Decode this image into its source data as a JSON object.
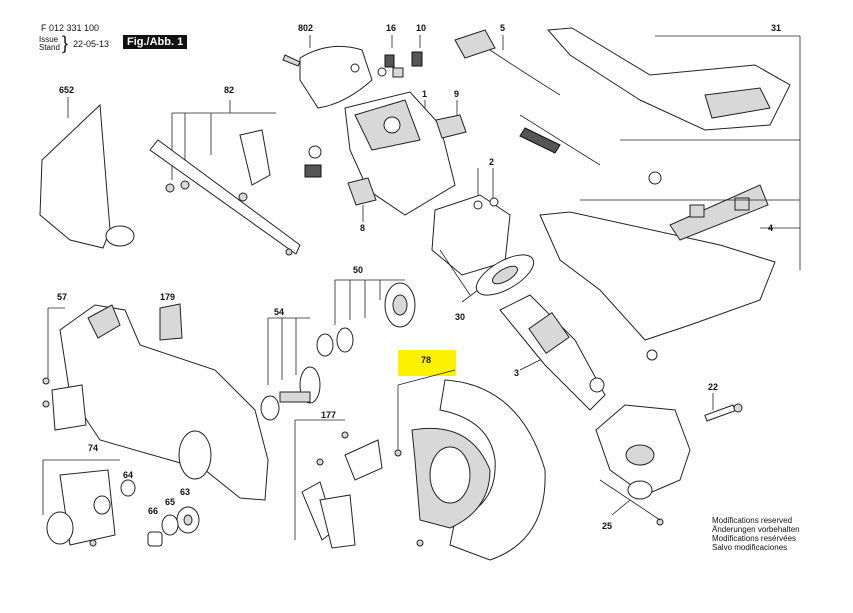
{
  "header": {
    "code": "F 012 331 100",
    "issue_label": "Issue",
    "stand_label": "Stand",
    "date": "22-05-13",
    "figure": "Fig./Abb. 1"
  },
  "highlight_color": "#fff200",
  "callouts": {
    "c802": "802",
    "c16": "16",
    "c10": "10",
    "c5": "5",
    "c31": "31",
    "c652": "652",
    "c82": "82",
    "c1": "1",
    "c9": "9",
    "c2": "2",
    "c8": "8",
    "c4": "4",
    "c50": "50",
    "c57": "57",
    "c179": "179",
    "c54": "54",
    "c30": "30",
    "c78": "78",
    "c3": "3",
    "c22": "22",
    "c177": "177",
    "c74": "74",
    "c64": "64",
    "c63": "63",
    "c65": "65",
    "c66": "66",
    "c25": "25"
  },
  "notes": {
    "line1": "Modifications reserved",
    "line2": "Änderungen vorbehalten",
    "line3": "Modifications resérvées",
    "line4": "Salvo modificaciones"
  }
}
